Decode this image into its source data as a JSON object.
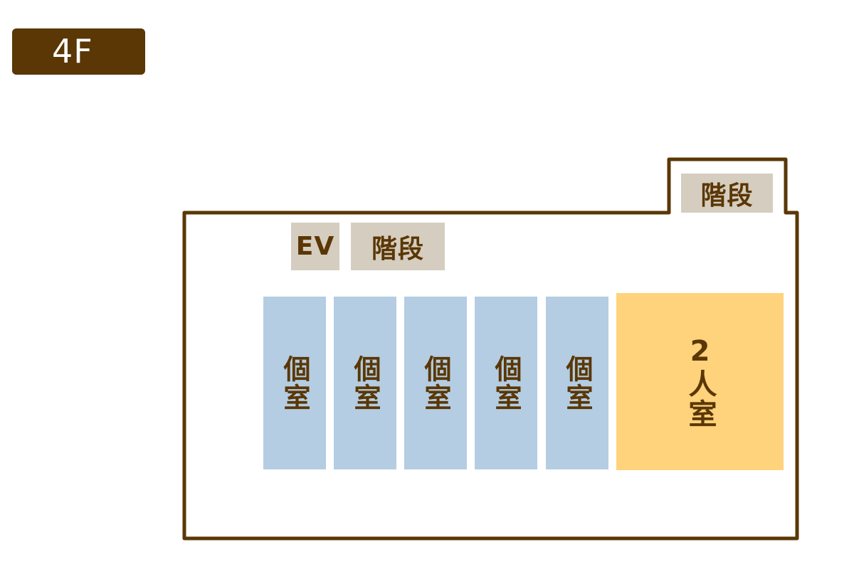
{
  "floor_label": "4F",
  "colors": {
    "brown": "#5a3705",
    "wall": "#5a3705",
    "utility": "#d5cdbf",
    "single_room": "#b4cde3",
    "double_room": "#ffd27c",
    "text": "#5a3705"
  },
  "rooms": {
    "stairs_top_right": "階段",
    "elevator": "EV",
    "stairs_center": "階段",
    "single_rooms": [
      "個室",
      "個室",
      "個室",
      "個室",
      "個室"
    ],
    "double_room": "2人室"
  }
}
